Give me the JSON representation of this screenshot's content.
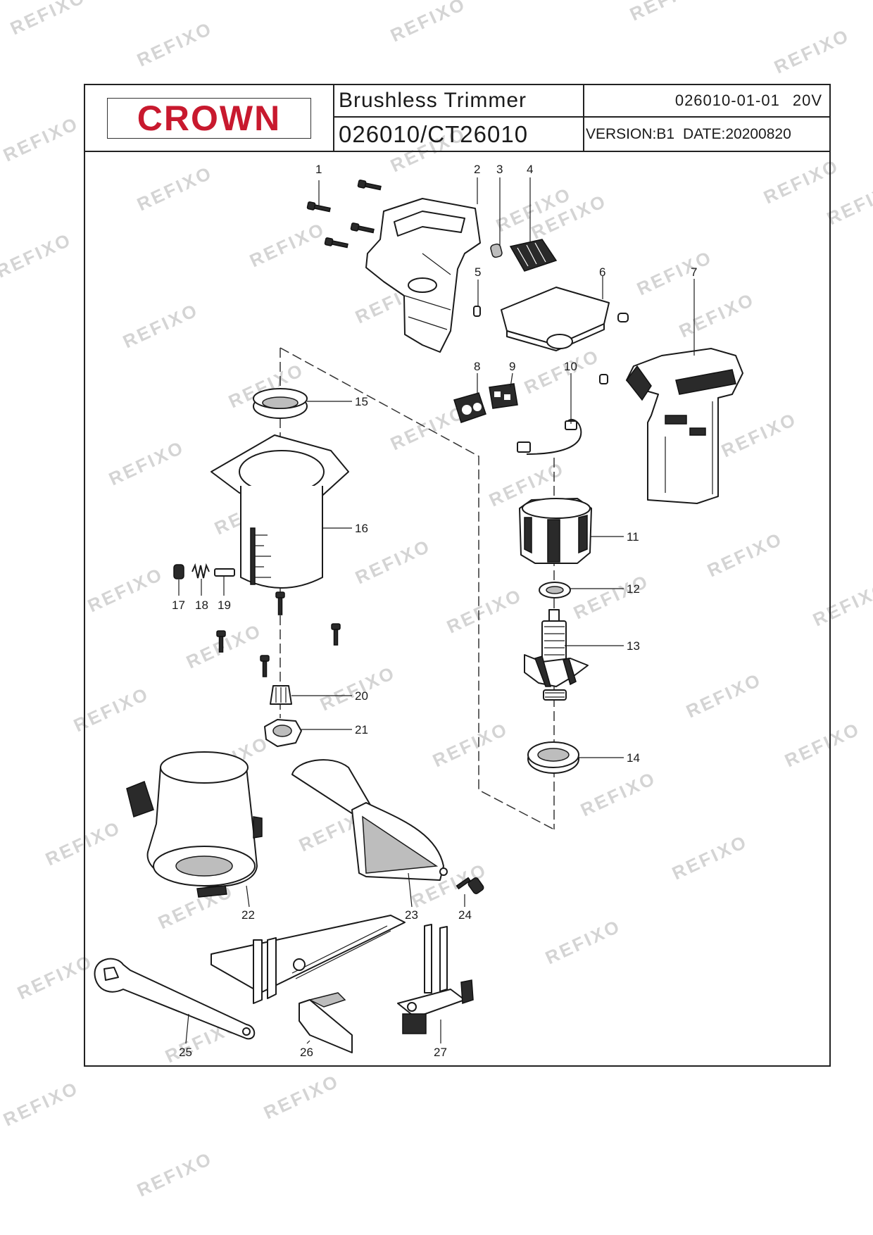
{
  "title_block": {
    "brand": "CROWN",
    "product_name": "Brushless Trimmer",
    "model": "026010/CT26010",
    "doc_code": "026010-01-01",
    "voltage": "20V",
    "version": "VERSION:B1",
    "date": "DATE:20200820"
  },
  "watermark": "REFIXO",
  "parts": [
    {
      "id": "part-1",
      "label": "1"
    },
    {
      "id": "part-2",
      "label": "2"
    },
    {
      "id": "part-3",
      "label": "3"
    },
    {
      "id": "part-4",
      "label": "4"
    },
    {
      "id": "part-5",
      "label": "5"
    },
    {
      "id": "part-6",
      "label": "6"
    },
    {
      "id": "part-7",
      "label": "7"
    },
    {
      "id": "part-8",
      "label": "8"
    },
    {
      "id": "part-9",
      "label": "9"
    },
    {
      "id": "part-10",
      "label": "10"
    },
    {
      "id": "part-11",
      "label": "11"
    },
    {
      "id": "part-12",
      "label": "12"
    },
    {
      "id": "part-13",
      "label": "13"
    },
    {
      "id": "part-14",
      "label": "14"
    },
    {
      "id": "part-15",
      "label": "15"
    },
    {
      "id": "part-16",
      "label": "16"
    },
    {
      "id": "part-17",
      "label": "17"
    },
    {
      "id": "part-18",
      "label": "18"
    },
    {
      "id": "part-19",
      "label": "19"
    },
    {
      "id": "part-20",
      "label": "20"
    },
    {
      "id": "part-21",
      "label": "21"
    },
    {
      "id": "part-22",
      "label": "22"
    },
    {
      "id": "part-23",
      "label": "23"
    },
    {
      "id": "part-24",
      "label": "24"
    },
    {
      "id": "part-25",
      "label": "25"
    },
    {
      "id": "part-26",
      "label": "26"
    },
    {
      "id": "part-27",
      "label": "27"
    }
  ]
}
